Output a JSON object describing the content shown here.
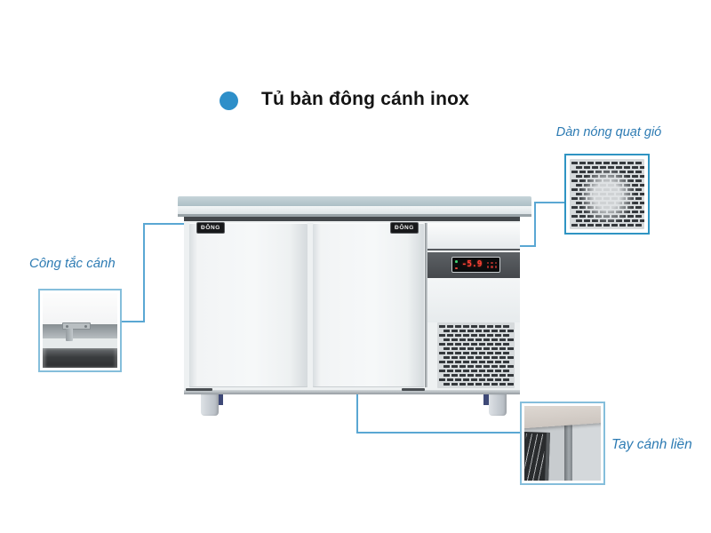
{
  "title": "Tủ bàn đông cánh inox",
  "product": {
    "brand_badge": "ĐÔNG",
    "display_value": "-5.9"
  },
  "callouts": [
    {
      "id": "condenser",
      "label": "Dàn nóng quạt gió"
    },
    {
      "id": "door-switch",
      "label": "Công tắc cánh"
    },
    {
      "id": "door-handle",
      "label": "Tay cánh liền"
    }
  ],
  "colors": {
    "accent_blue": "#2e8fc9",
    "label_text": "#2d7bb3",
    "connector_line": "#5aa7d3",
    "callout_border_dark": "#2f94c3",
    "callout_border_light": "#85bedb",
    "display_digits": "#ff4236",
    "display_indicator_green": "#3ecf6f",
    "display_indicator_red": "#e4473a",
    "countertop": "#b9c9cf",
    "feet_accent_navy": "#3e4977"
  }
}
